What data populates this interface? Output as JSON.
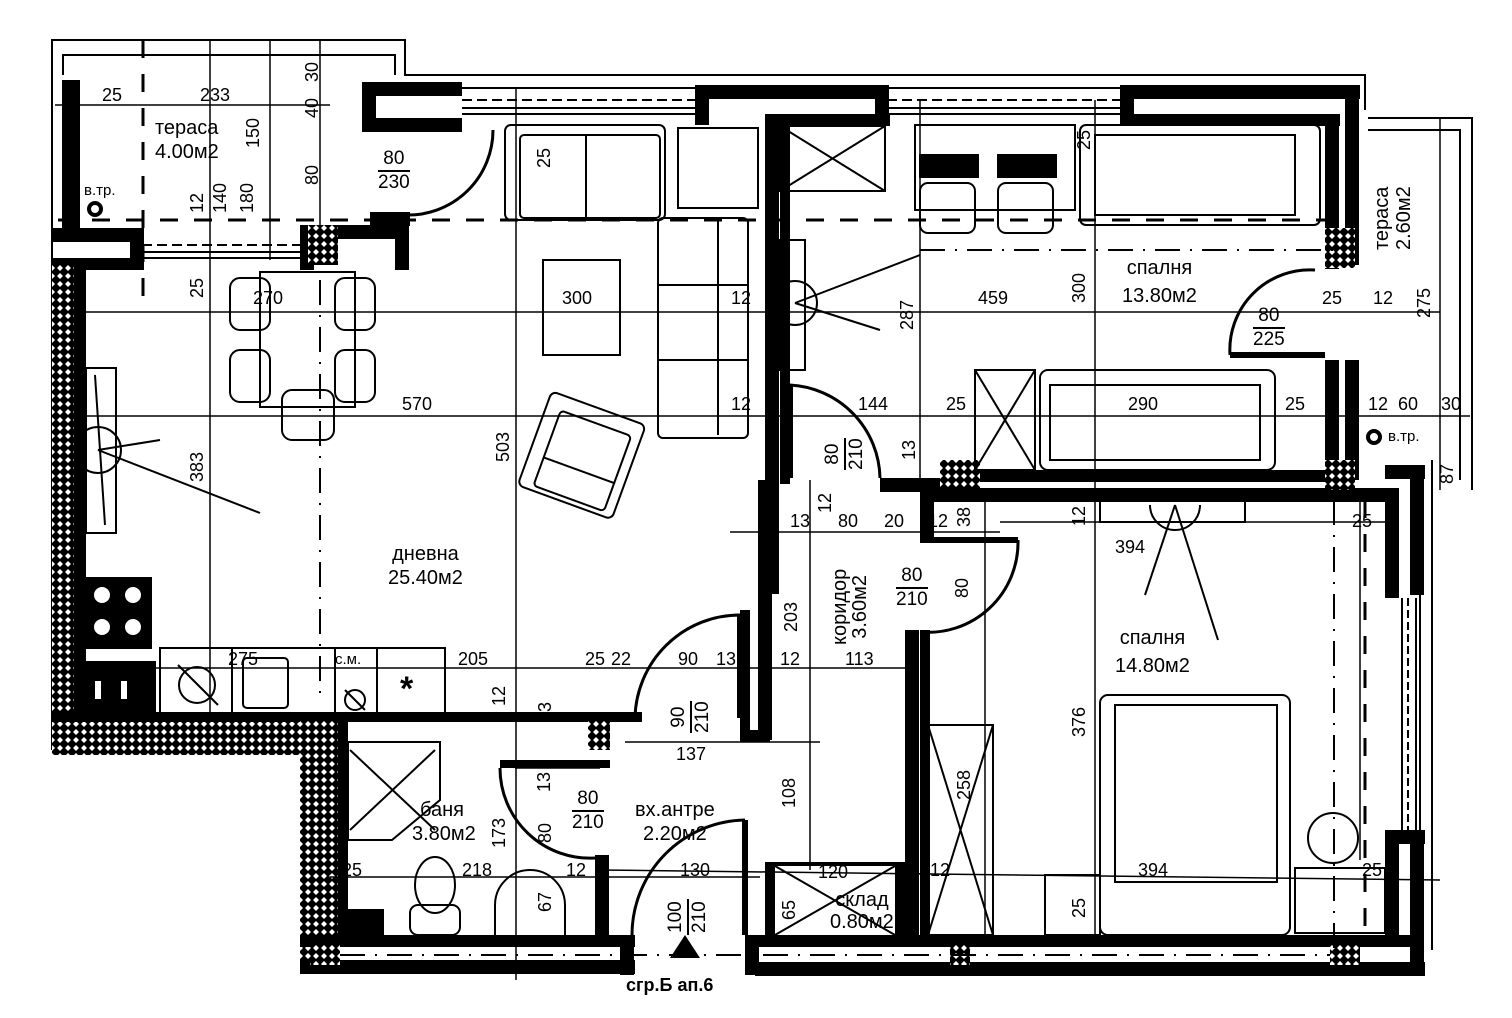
{
  "plan": {
    "apartment_label": "сгр.Б ап.6",
    "line_color": "#000000",
    "background": "#ffffff"
  },
  "rooms": {
    "terrace_left": {
      "name": "тераса",
      "area": "4.00м2"
    },
    "terrace_right": {
      "name": "тераса",
      "area": "2.60м2"
    },
    "living": {
      "name": "дневна",
      "area": "25.40м2"
    },
    "bedroom_1": {
      "name": "спалня",
      "area": "13.80м2"
    },
    "bedroom_2": {
      "name": "спалня",
      "area": "14.80м2"
    },
    "corridor": {
      "name": "коридор",
      "area": "3.60м2"
    },
    "bathroom": {
      "name": "баня",
      "area": "3.80м2"
    },
    "entrance": {
      "name": "вх.антре",
      "area": "2.20м2"
    },
    "storage": {
      "name": "склад",
      "area": "0.80м2"
    }
  },
  "doors": {
    "terrace_left_door": {
      "width": "80",
      "height": "230"
    },
    "bedroom_1_door": {
      "width": "80",
      "height": "225"
    },
    "living_corridor_door": {
      "width": "80",
      "height": "210"
    },
    "bedroom_2_door": {
      "width": "80",
      "height": "210"
    },
    "living_entrance_door": {
      "width": "90",
      "height": "210"
    },
    "bathroom_door": {
      "width": "80",
      "height": "210"
    },
    "entrance_door": {
      "width": "100",
      "height": "210"
    }
  },
  "annotations": {
    "vent_left": "в.тр.",
    "vent_right": "в.тр.",
    "washing_machine": "с.м."
  },
  "dimensions": {
    "t_25": "25",
    "t_233": "233",
    "t_150": "150",
    "t_30": "30",
    "t_40": "40",
    "t_80": "80",
    "t_12": "12",
    "t_140": "140",
    "t_180": "180",
    "l_25": "25",
    "l_270": "270",
    "l_300": "300",
    "l_12a": "12",
    "l_570": "570",
    "l_12b": "12",
    "l_383": "383",
    "l_503": "503",
    "l_25b": "25",
    "b1_287": "287",
    "b1_459": "459",
    "b1_300": "300",
    "b1_25": "25",
    "b1_12": "12",
    "b1_275": "275",
    "b1_144": "144",
    "b1_13": "13",
    "b1_25b": "25",
    "b1_290": "290",
    "b1_25c": "25",
    "r_12": "12",
    "r_60": "60",
    "r_30": "30",
    "r_87": "87",
    "c_12": "12",
    "c_13": "13",
    "c_80": "80",
    "c_20": "20",
    "c_12b": "12",
    "c_38": "38",
    "b2_12": "12",
    "b2_394": "394",
    "b2_25": "25",
    "b2_80": "80",
    "k_275": "275",
    "k_205": "205",
    "k_25": "25",
    "k_22": "22",
    "k_90": "90",
    "k_13": "13",
    "k_12": "12",
    "k_113": "113",
    "k_203": "203",
    "k_12b": "12",
    "k_3": "3",
    "k_137": "137",
    "ba_13": "13",
    "ba_173": "173",
    "ba_80": "80",
    "ba_25": "25",
    "ba_218": "218",
    "ba_12": "12",
    "ba_67": "67",
    "e_108": "108",
    "e_130": "130",
    "s_120": "120",
    "s_65": "65",
    "s_12": "12",
    "s_258": "258",
    "b2_376": "376",
    "b2_394b": "394",
    "b2_25b": "25",
    "b2_25c": "25"
  }
}
